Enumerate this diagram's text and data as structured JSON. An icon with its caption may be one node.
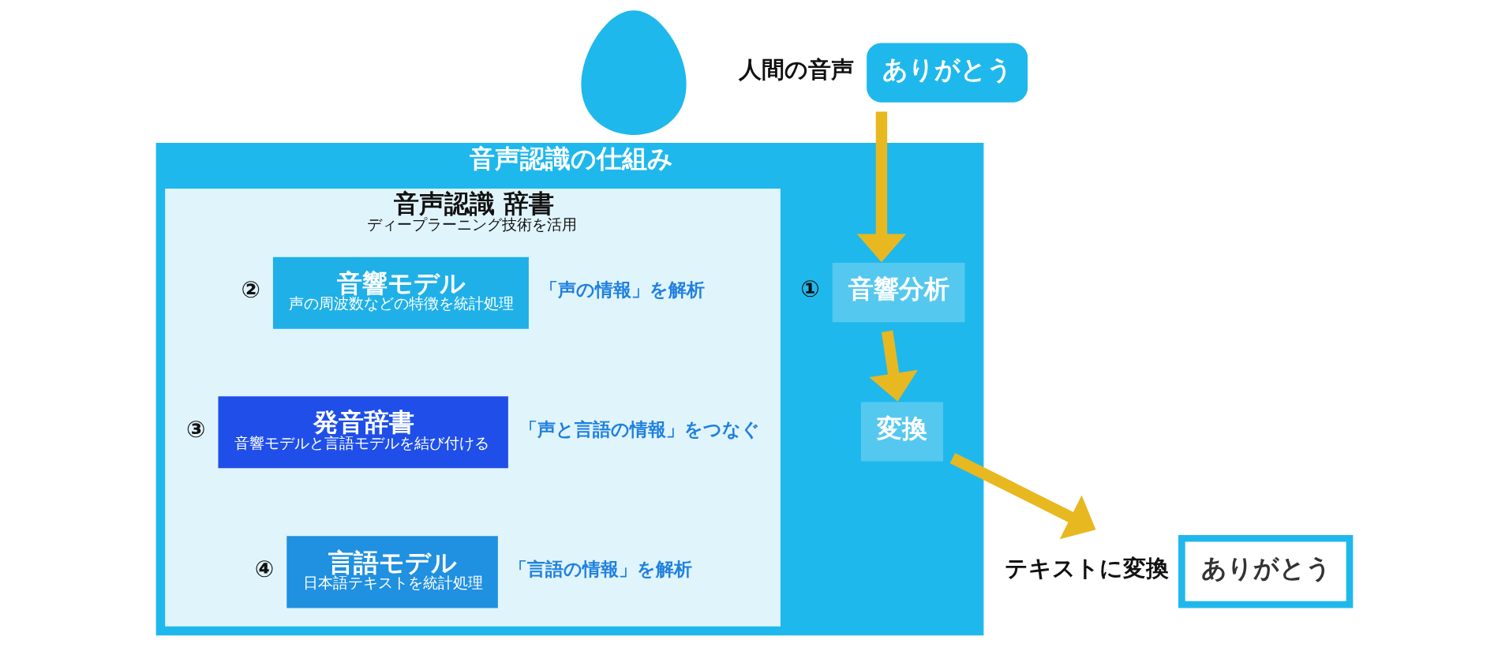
{
  "diagram": {
    "nodes": [
      {
        "text": [],
        "shape": "person"
      },
      {
        "text": [
          "ありがとう"
        ],
        "beside": [
          "人間の音声"
        ]
      },
      {
        "text": [
          "ありがとう"
        ],
        "beside": [
          "テキストに変換"
        ]
      },
      {
        "text": [
          "音声認識の仕組み"
        ]
      },
      {
        "text": [
          "音響分析"
        ],
        "in": 3,
        "beside": [
          "①"
        ]
      },
      {
        "text": [
          "変換"
        ],
        "in": 3
      },
      {
        "text": [
          "音声認識 辞書",
          "ディープラーニング技術を活用"
        ],
        "in": 3
      },
      {
        "text": [
          "音響モデル",
          "声の周波数などの特徴を統計処理"
        ],
        "in": 6,
        "beside": [
          "②",
          "「声の情報」を解析"
        ]
      },
      {
        "text": [
          "発音辞書",
          "音響モデルと言語モデルを結び付ける"
        ],
        "in": 6,
        "beside": [
          "③",
          "「声と言語の情報」をつなぐ"
        ]
      },
      {
        "text": [
          "言語モデル",
          "日本語テキストを統計処理"
        ],
        "in": 6,
        "beside": [
          "④",
          "「言語の情報」を解析"
        ]
      }
    ],
    "edges": [
      {
        "from": 1,
        "to": 4,
        "arrow": "to"
      },
      {
        "from": 4,
        "to": 5,
        "arrow": "to"
      },
      {
        "from": 5,
        "to": 2,
        "arrow": "to"
      }
    ]
  }
}
